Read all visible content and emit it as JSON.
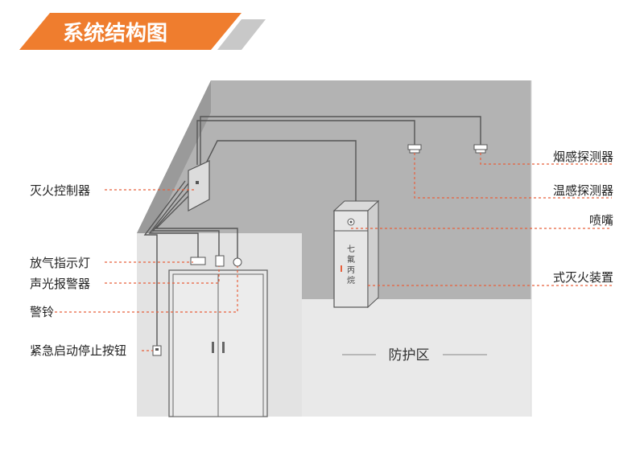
{
  "title": "系统结构图",
  "zone_label": "防护区",
  "cabinet_text": [
    "七",
    "氟",
    "丙",
    "烷"
  ],
  "labels": {
    "smoke_detector": "烟感探测器",
    "temp_detector": "温感探测器",
    "nozzle": "喷嘴",
    "cabinet": "式灭火装置",
    "controller": "灭火控制器",
    "discharge_lamp": "放气指示灯",
    "alarm": "声光报警器",
    "bell": "警铃",
    "emergency_button": "紧急启动停止按钮"
  },
  "colors": {
    "accent": "#ef7d2e",
    "leader": "#e8603c",
    "wall_gray": "#a9a9a9",
    "floor_gray": "#e6e6e6"
  }
}
